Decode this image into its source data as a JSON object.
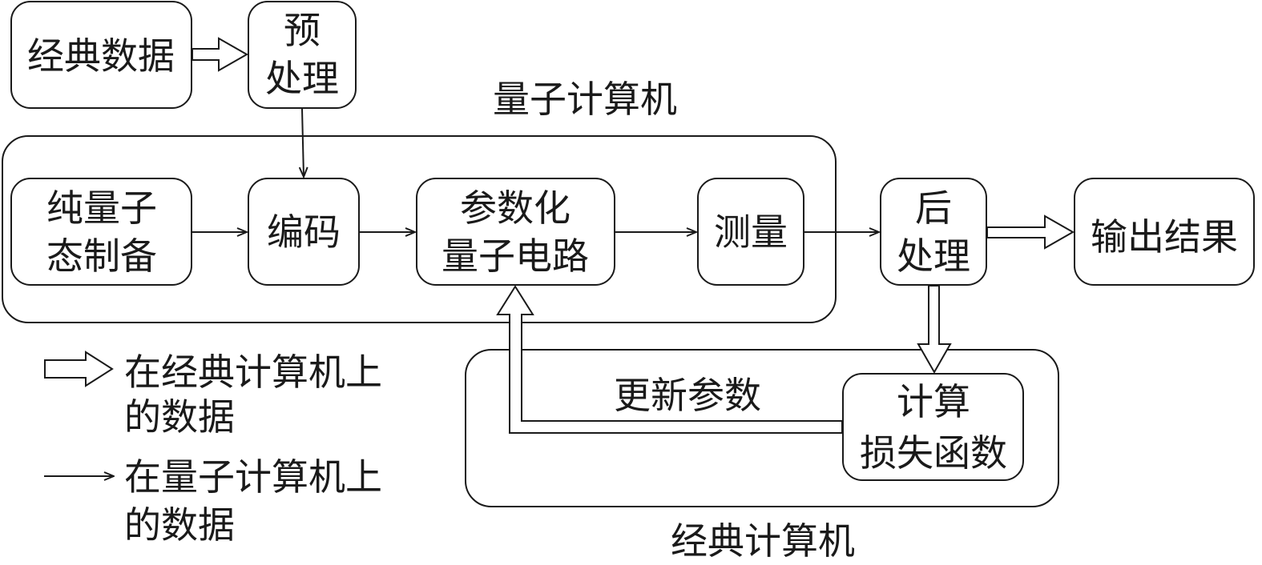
{
  "diagram": {
    "title_quantum": "量子计算机",
    "title_classical": "经典计算机",
    "nodes": {
      "classical_data": [
        "经典数据"
      ],
      "preprocess": [
        "预",
        "处理"
      ],
      "state_prep": [
        "纯量子",
        "态制备"
      ],
      "encode": [
        "编码"
      ],
      "pqc": [
        "参数化",
        "量子电路"
      ],
      "measure": [
        "测量"
      ],
      "postprocess": [
        "后",
        "处理"
      ],
      "output": [
        "输出结果"
      ],
      "loss": [
        "计算",
        "损失函数"
      ]
    },
    "edge_labels": {
      "update_params": "更新参数"
    },
    "legend": {
      "classical": [
        "在经典计算机上",
        "的数据"
      ],
      "quantum": [
        "在量子计算机上",
        "的数据"
      ]
    }
  }
}
